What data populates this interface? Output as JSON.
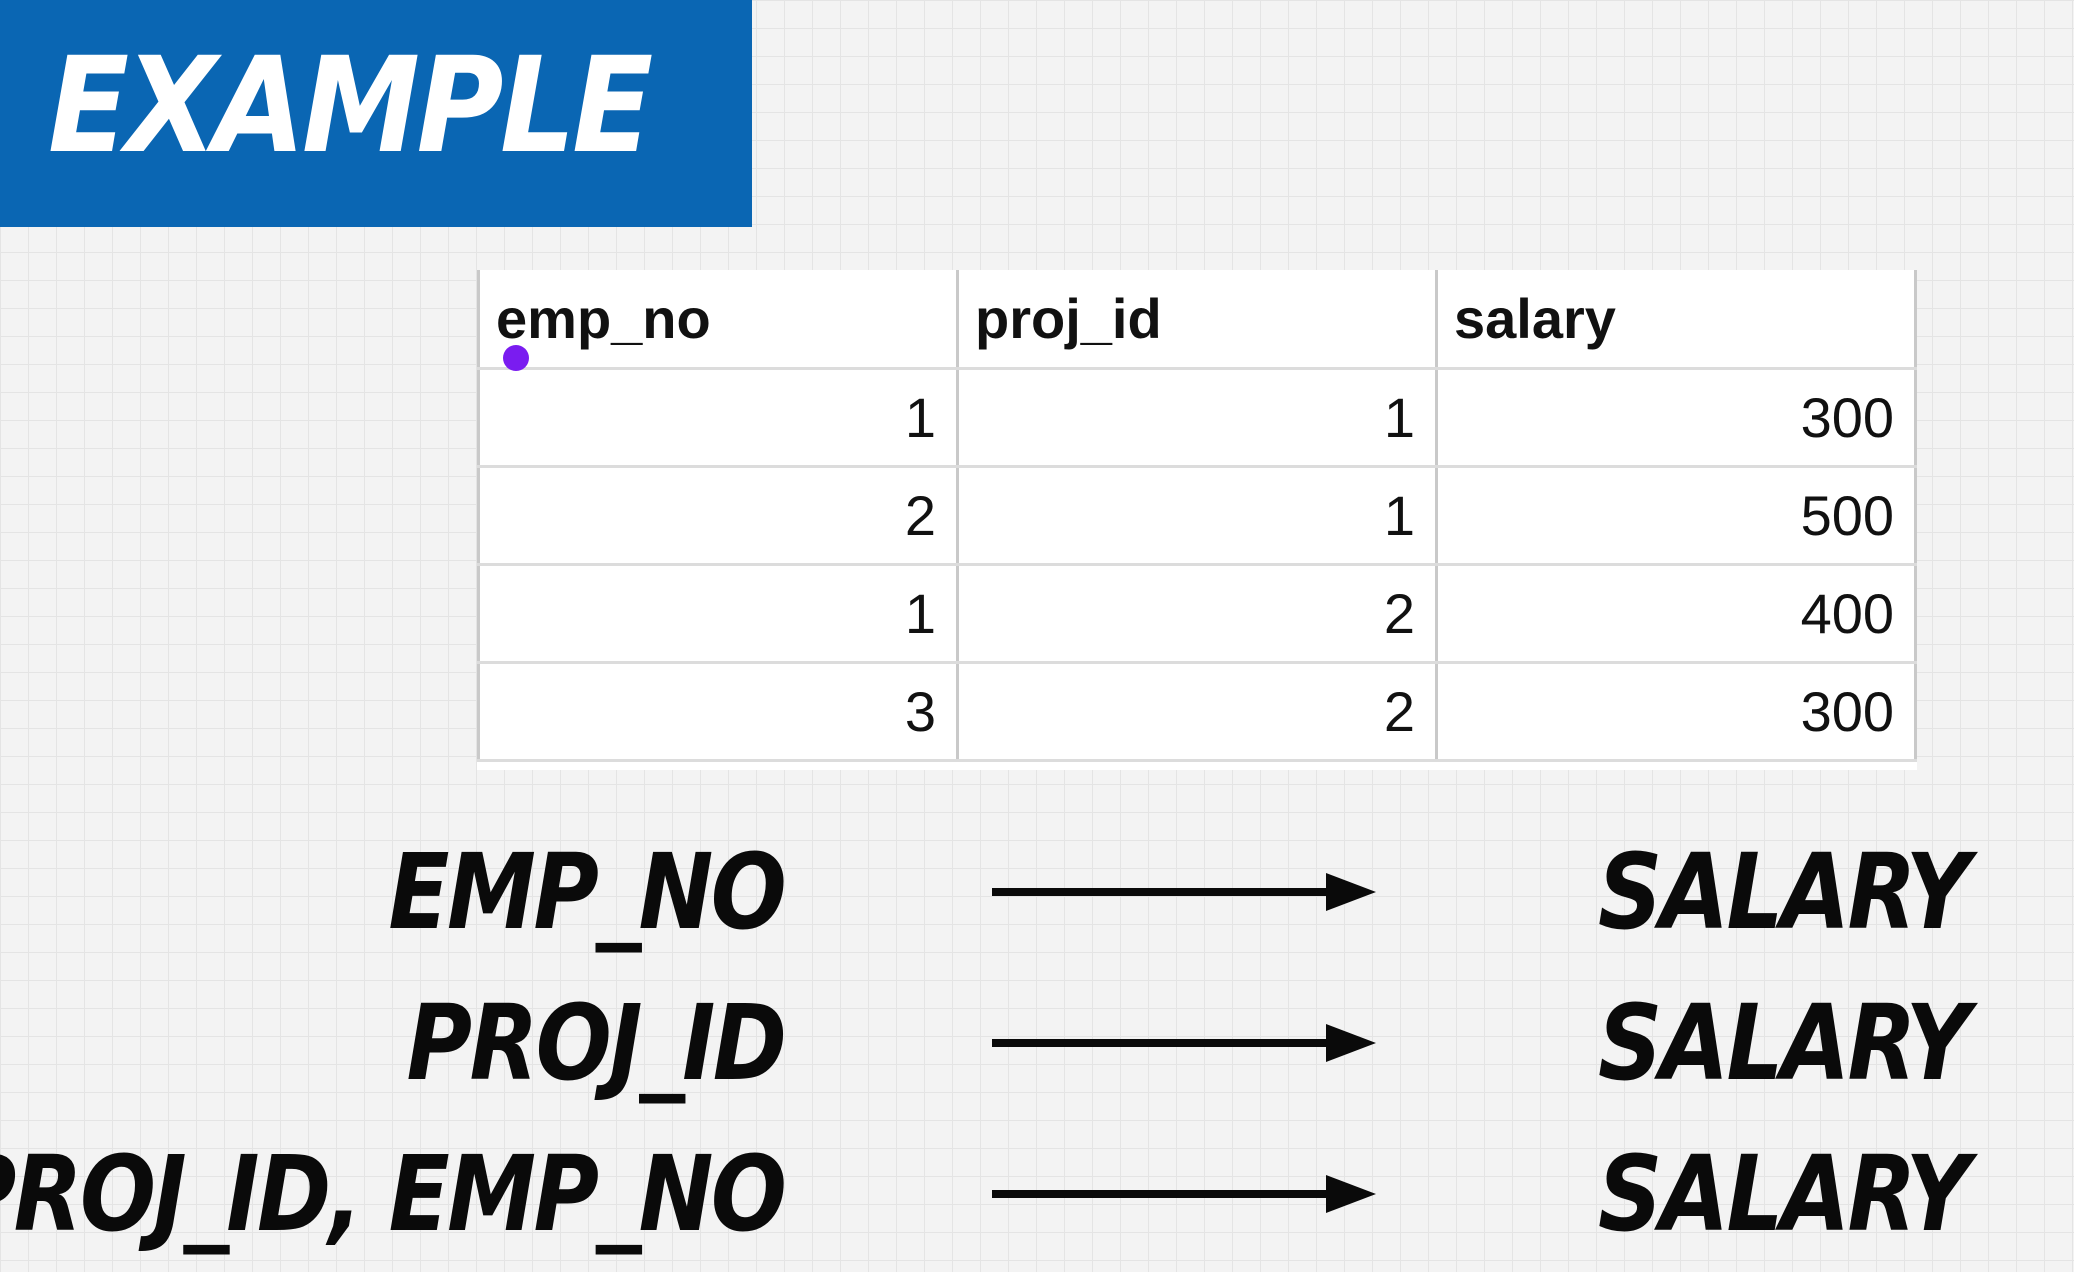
{
  "banner": {
    "title": "EXAMPLE",
    "color": "#0a66b3"
  },
  "table": {
    "headers": [
      "emp_no",
      "proj_id",
      "salary"
    ],
    "rows": [
      [
        "1",
        "1",
        "300"
      ],
      [
        "2",
        "1",
        "500"
      ],
      [
        "1",
        "2",
        "400"
      ],
      [
        "3",
        "2",
        "300"
      ]
    ]
  },
  "dependencies": [
    {
      "lhs": "EMP_NO",
      "rhs": "SALARY"
    },
    {
      "lhs": "PROJ_ID",
      "rhs": "SALARY"
    },
    {
      "lhs": "PROJ_ID, EMP_NO",
      "rhs": "SALARY"
    }
  ],
  "cursor_color": "#7a1cf0",
  "arrow_icon": "right-arrow-icon"
}
